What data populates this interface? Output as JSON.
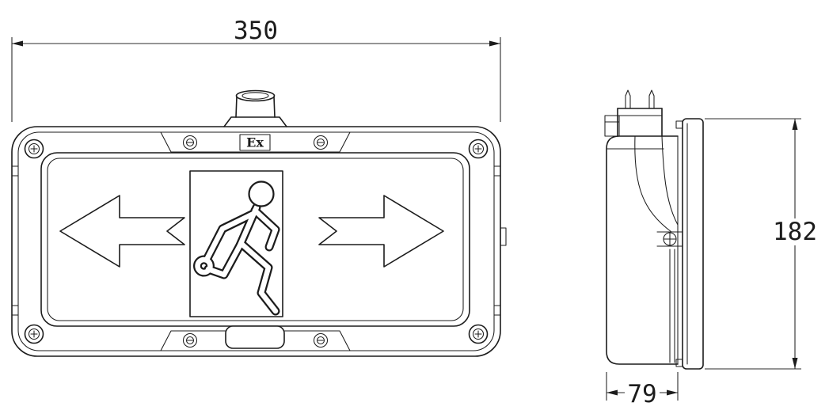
{
  "marking": {
    "ex_label": "Ex"
  },
  "dimensions": {
    "width_mm": "350",
    "height_mm": "182",
    "depth_mm": "79"
  },
  "colors": {
    "line": "#1c1c1c",
    "background": "#ffffff"
  },
  "symbols": {
    "left_arrow": "left-arrow-icon",
    "right_arrow": "right-arrow-icon",
    "running_man": "running-man-icon",
    "doorway": "exit-doorway",
    "conduit": "conduit-entry",
    "screws": "screw-icon"
  }
}
